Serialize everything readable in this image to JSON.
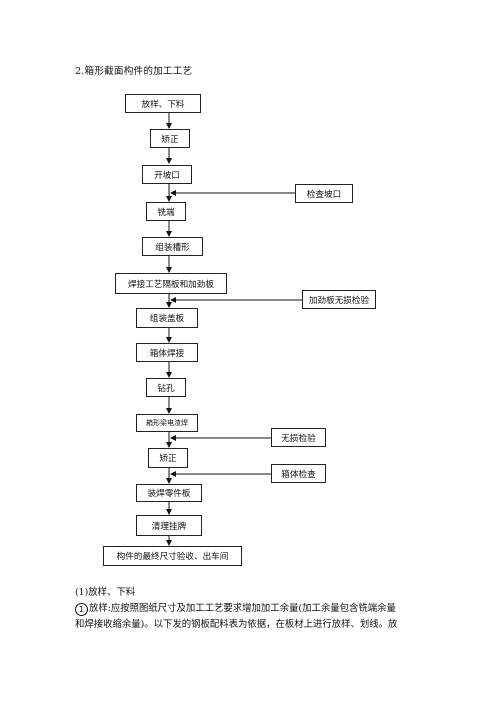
{
  "heading": "2.箱形截面构件的加工工艺",
  "flow": {
    "steps": [
      "放样、下料",
      "矫正",
      "开坡口",
      "铣端",
      "组装槽形",
      "焊接工艺隔板和加劲板",
      "组装盖板",
      "箱体焊接",
      "钻孔",
      "箱形梁电渣焊",
      "矫正",
      "装焊零件板",
      "清理挂牌",
      "构件的最终尺寸验收、出车间"
    ],
    "inspections": [
      "检查坡口",
      "加劲板无损检验",
      "无损检验",
      "箱体检查"
    ]
  },
  "section": {
    "title": "(1)放样、下料",
    "item_number": "1",
    "line1": "放样:应按照图纸尺寸及加工工艺要求增加加工余量(加工余量包含铣端余量",
    "line2": "和焊接收缩余量)。以下发的钢板配料表为依据，在板材上进行放样、划线。放"
  }
}
